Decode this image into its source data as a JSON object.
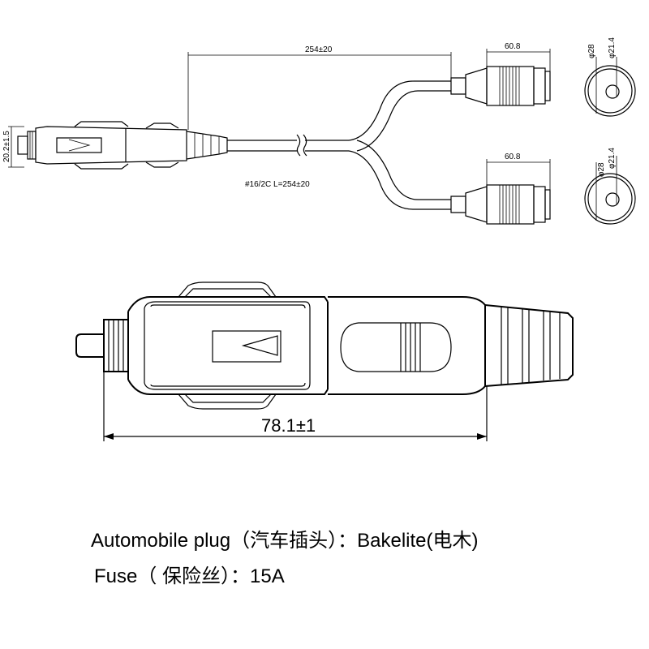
{
  "dimensions": {
    "cable_length": "254±20",
    "plug_height": "20.2±1.5",
    "socket_length_top": "60.8",
    "socket_length_bottom": "60.8",
    "cable_spec": "#16/2C L=254±20",
    "socket_outer_dia_top": "φ28",
    "socket_inner_dia_top": "φ21.4",
    "socket_outer_dia_bottom": "φ28",
    "socket_inner_dia_bottom": "φ21.4",
    "plug_length": "78.1±1"
  },
  "captions": {
    "material": "Automobile plug（汽车插头）：Bakelite(电木)",
    "fuse": "Fuse（  保险丝）：15A"
  }
}
